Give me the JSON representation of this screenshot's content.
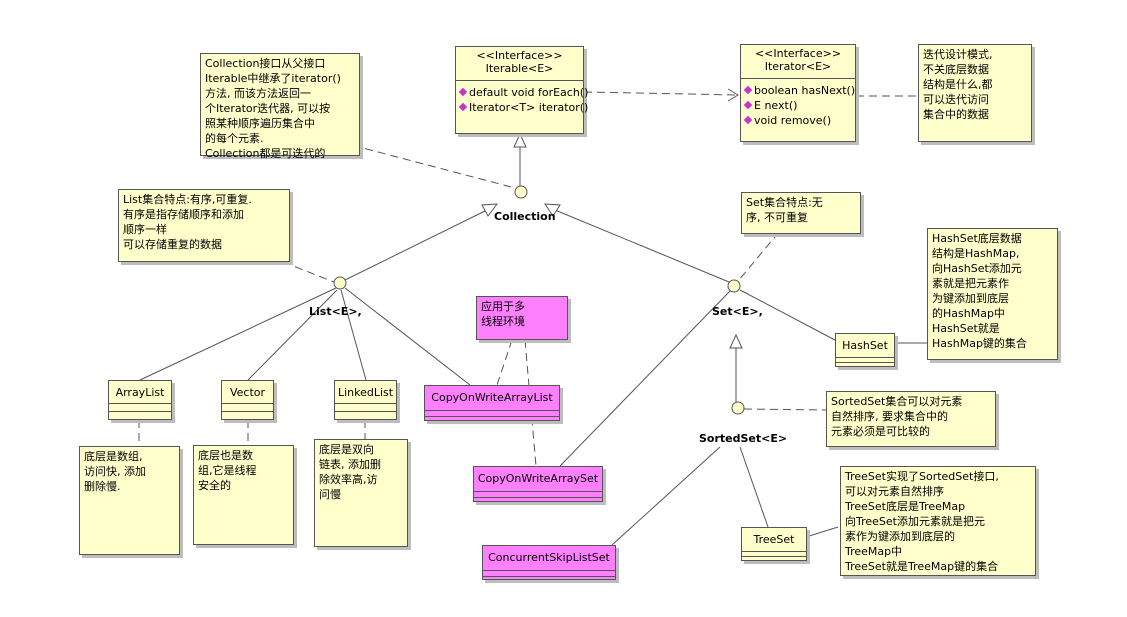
{
  "iterable": {
    "stereotype": "<<Interface>>",
    "name": "Iterable<E>",
    "ops": [
      "default void forEach()",
      "Iterator<T> iterator()"
    ]
  },
  "iterator": {
    "stereotype": "<<Interface>>",
    "name": "Iterator<E>",
    "ops": [
      "boolean hasNext()",
      "E next()",
      "void remove()"
    ]
  },
  "labels": {
    "collection": "Collection",
    "list": "List<E>,",
    "set": "Set<E>,",
    "sortedset": "SortedSet<E>"
  },
  "classes": {
    "arraylist": "ArrayList",
    "vector": "Vector",
    "linkedlist": "LinkedList",
    "cowal": "CopyOnWriteArrayList",
    "cowas": "CopyOnWriteArraySet",
    "cslset": "ConcurrentSkipListSet",
    "hashset": "HashSet",
    "treeset": "TreeSet"
  },
  "notes": {
    "collection": "Collection接口从父接口\nIterable中继承了iterator()\n方法, 而该方法返回一\n个Iterator迭代器, 可以按\n照某种顺序遍历集合中\n的每个元素.\nCollection都是可迭代的",
    "iterator": "迭代设计模式,\n不关底层数据\n结构是什么,都\n可以迭代访问\n集合中的数据",
    "list": "List集合特点:有序,可重复.\n有序是指存储顺序和添加\n顺序一样\n可以存储重复的数据",
    "set": "Set集合特点:无\n序, 不可重复",
    "hashset": "HashSet底层数据\n结构是HashMap,\n向HashSet添加元\n素就是把元素作\n为键添加到底层\n的HashMap中\nHashSet就是\nHashMap键的集合",
    "multithread": "应用于多\n线程环境",
    "sortedset": "SortedSet集合可以对元素\n自然排序, 要求集合中的\n元素必须是可比较的",
    "arraylist": "底层是数组,\n访问快, 添加\n删除慢.",
    "vector": "底层也是数\n组,它是线程\n安全的",
    "linkedlist": "底层是双向\n链表, 添加删\n除效率高,访\n问慢",
    "treeset": "TreeSet实现了SortedSet接口,\n可以对元素自然排序\nTreeSet底层是TreeMap\n向TreeSet添加元素就是把元\n素作为键添加到底层的\nTreeMap中\nTreeSet就是TreeMap键的集合"
  },
  "colors": {
    "note": "#ffffcc",
    "highlight": "#ff80ff",
    "line": "#555555"
  }
}
